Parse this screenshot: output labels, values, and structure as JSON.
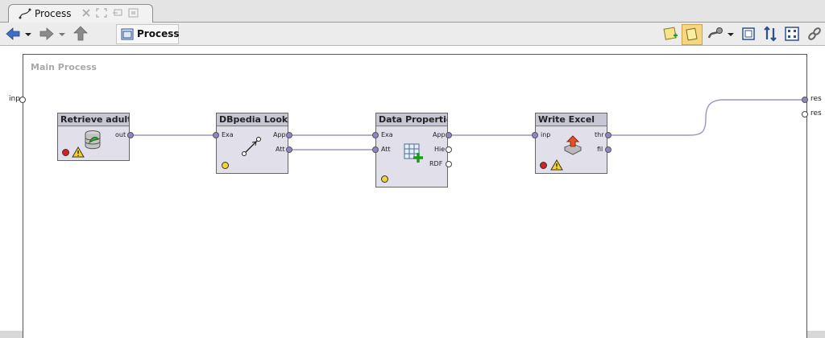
{
  "tab": {
    "title": "Process"
  },
  "toolbar": {
    "breadcrumb_label": "Process"
  },
  "process": {
    "title": "Main Process",
    "input_port": "inp",
    "result_ports": [
      "res",
      "res"
    ]
  },
  "operators": [
    {
      "title": "Retrieve adult",
      "inputs": [],
      "outputs": [
        "out"
      ]
    },
    {
      "title": "DBpedia Look...",
      "inputs": [
        "Exa"
      ],
      "outputs": [
        "App",
        "Att"
      ]
    },
    {
      "title": "Data Properties",
      "inputs": [
        "Exa",
        "Att"
      ],
      "outputs": [
        "App",
        "Hie",
        "RDF"
      ]
    },
    {
      "title": "Write Excel",
      "inputs": [
        "inp"
      ],
      "outputs": [
        "thr",
        "fil"
      ]
    }
  ],
  "colors": {
    "wire": "#9a95c8",
    "port": "#8f86c4",
    "header": "#c6c6d4",
    "body": "#e0dfea"
  }
}
